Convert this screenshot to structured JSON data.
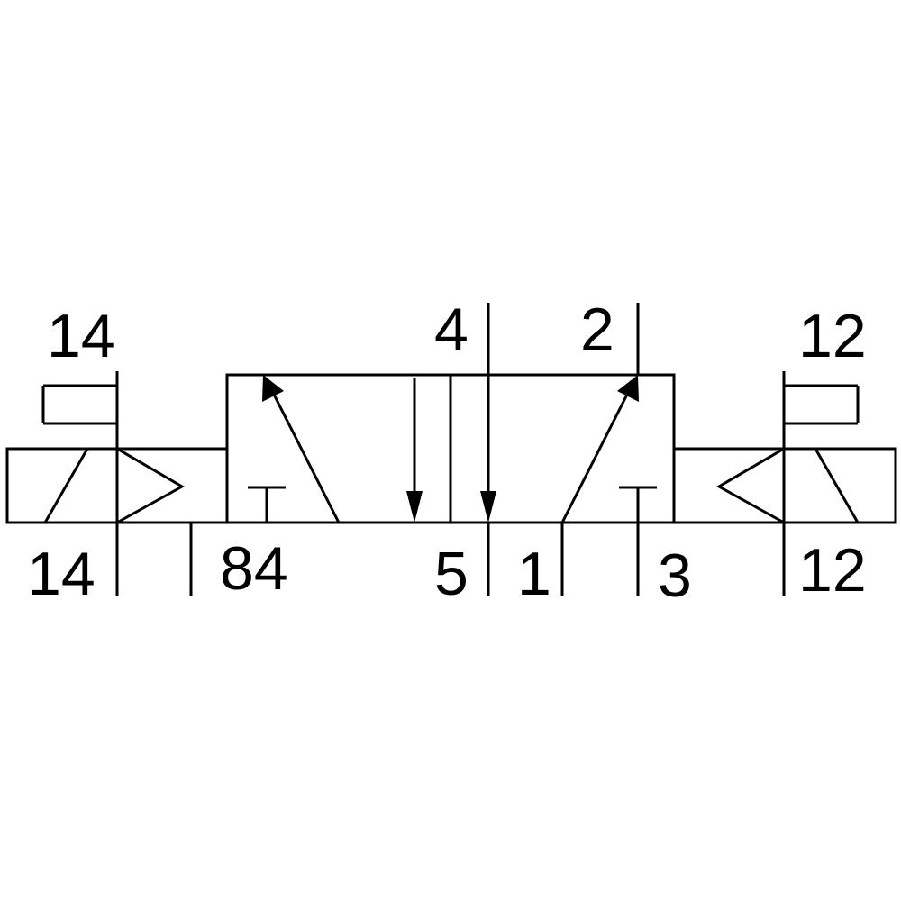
{
  "diagram": {
    "labels": {
      "left_manual_override": "14",
      "left_pilot_port": "14",
      "port_84": "84",
      "port_4": "4",
      "port_5": "5",
      "port_1": "1",
      "port_2": "2",
      "port_3": "3",
      "right_manual_override": "12",
      "right_pilot_port": "12"
    },
    "colors": {
      "line": "#000000",
      "background": "#ffffff"
    }
  }
}
